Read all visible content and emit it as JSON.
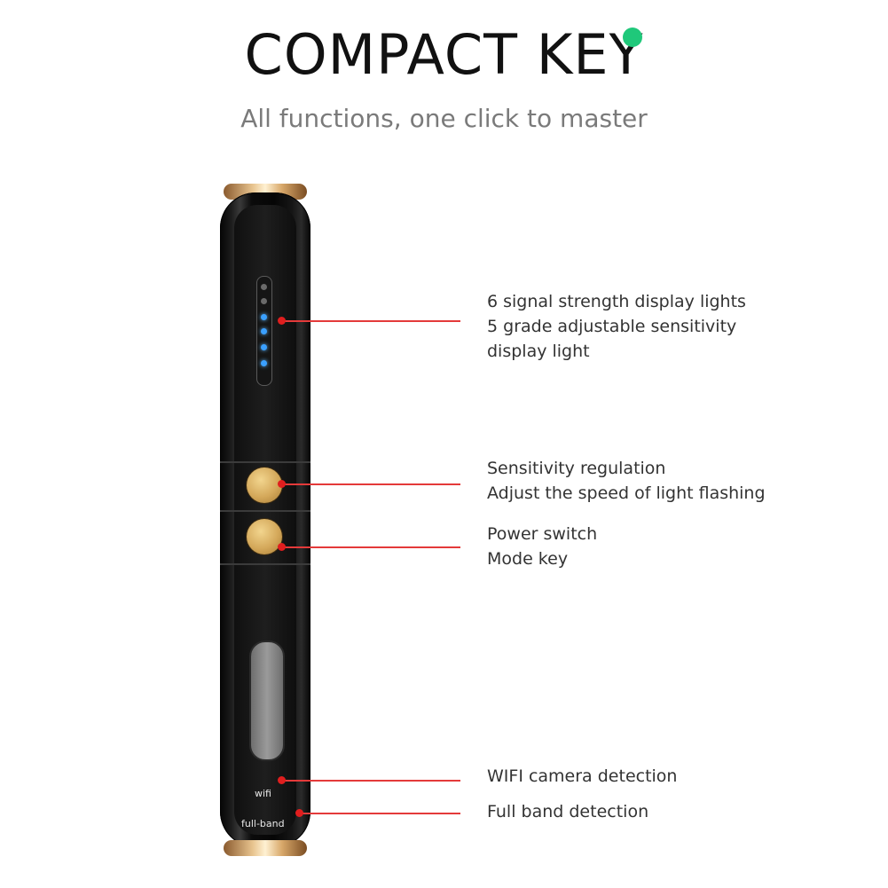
{
  "header": {
    "title": "COMPACT KEY",
    "subtitle": "All functions, one click to master"
  },
  "device": {
    "label_wifi": "wifi",
    "label_fullband": "full-band",
    "signal_lights_total": 6,
    "signal_lights_lit": 4
  },
  "callouts": [
    {
      "lines": [
        "6 signal strength display lights",
        "5 grade adjustable sensitivity",
        "display light"
      ]
    },
    {
      "lines": [
        "Sensitivity regulation",
        "Adjust the speed of light flashing"
      ]
    },
    {
      "lines": [
        "Power switch",
        "Mode key"
      ]
    },
    {
      "lines": [
        "WIFI camera detection"
      ]
    },
    {
      "lines": [
        "Full band detection"
      ]
    }
  ],
  "colors": {
    "accent_dot": "#1fc87a",
    "callout_red": "#e01e1e",
    "led_blue": "#3aa0ff",
    "gold_button": "#d4a85a"
  }
}
